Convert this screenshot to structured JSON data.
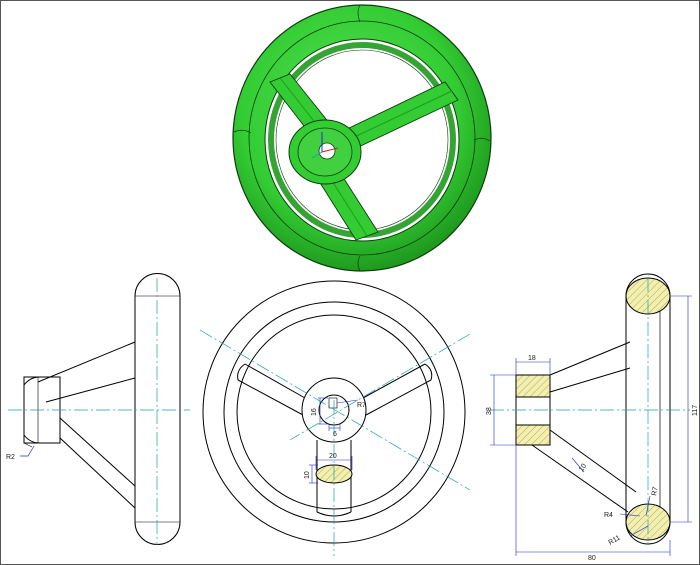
{
  "drawing": {
    "colors": {
      "model_fill": "#33cc33",
      "model_shade": "#1f9a1f",
      "model_edge": "#0b3d0b",
      "outline": "#000000",
      "center_line": "#1aa3a3",
      "dimension": "#1c2bd6",
      "hatch_fill": "#f3efb0",
      "hatch_line": "#9a9a40"
    },
    "dims": {
      "left_r2": "R2",
      "front_d16": "16",
      "front_d6": "6",
      "front_r7": "R7",
      "front_d20": "20",
      "front_d10": "10",
      "right_d18": "18",
      "right_d38": "38",
      "right_d117": "117",
      "right_d10": "10",
      "right_r7": "R7",
      "right_r4": "R4",
      "right_r11": "R11",
      "right_d80": "80"
    }
  }
}
